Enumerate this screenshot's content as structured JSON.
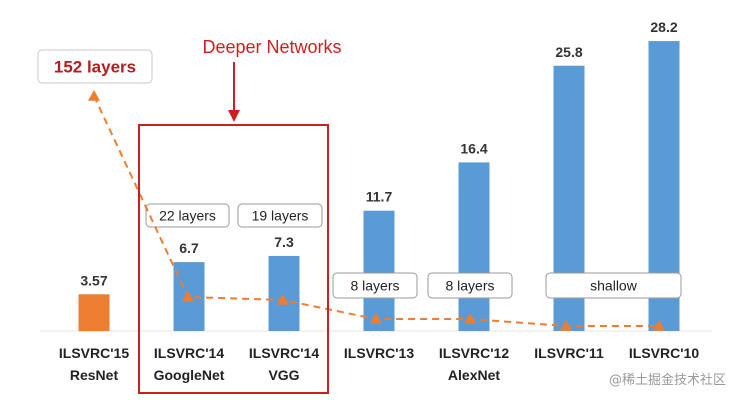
{
  "chart_data": {
    "type": "bar",
    "categories": [
      [
        "ILSVRC'15",
        "ResNet"
      ],
      [
        "ILSVRC'14",
        "GoogleNet"
      ],
      [
        "ILSVRC'14",
        "VGG"
      ],
      [
        "ILSVRC'13",
        ""
      ],
      [
        "ILSVRC'12",
        "AlexNet"
      ],
      [
        "ILSVRC'11",
        ""
      ],
      [
        "ILSVRC'10",
        ""
      ]
    ],
    "values": [
      3.57,
      6.7,
      7.3,
      11.7,
      16.4,
      25.8,
      28.2
    ],
    "value_labels": [
      "3.57",
      "6.7",
      "7.3",
      "11.7",
      "16.4",
      "25.8",
      "28.2"
    ],
    "bar_colors": [
      "#ed7d31",
      "#5b9bd5",
      "#5b9bd5",
      "#5b9bd5",
      "#5b9bd5",
      "#5b9bd5",
      "#5b9bd5"
    ],
    "ylim": [
      0,
      30
    ],
    "layer_labels": [
      {
        "category_index": 0,
        "text": "152 layers"
      },
      {
        "category_index": 1,
        "text": "22 layers"
      },
      {
        "category_index": 2,
        "text": "19 layers"
      },
      {
        "category_index": 3,
        "text": "8 layers"
      },
      {
        "category_index": 4,
        "text": "8 layers"
      },
      {
        "category_index": 5,
        "text": "shallow"
      }
    ],
    "annotation": {
      "text": "Deeper Networks",
      "highlight_categories": [
        1,
        2
      ],
      "color": "#cc1f1f"
    },
    "trend_line_color": "#ed7d31"
  },
  "watermark": "@稀土掘金技术社区"
}
